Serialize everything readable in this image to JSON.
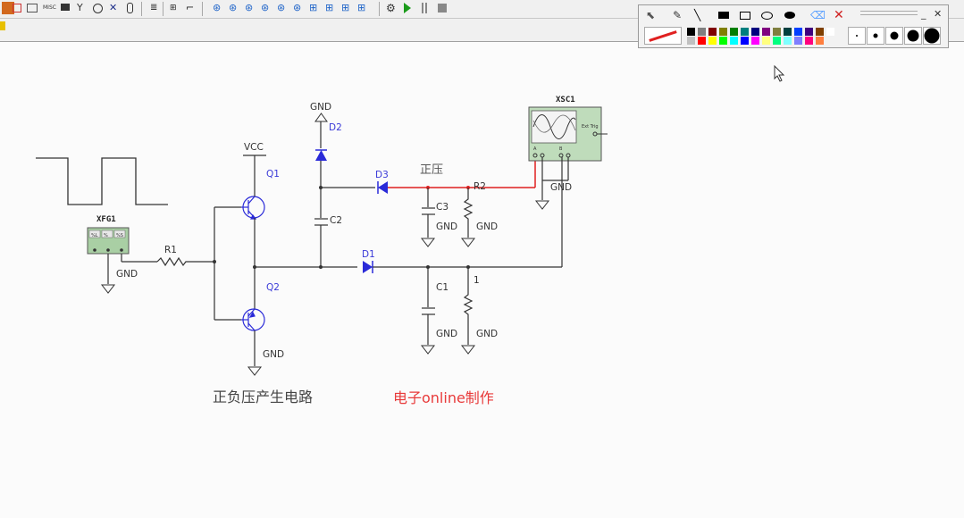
{
  "toolbar": {
    "icons": [
      "component-icon",
      "instrument-icon",
      "misc-icon",
      "place-icon",
      "antenna-icon",
      "probe-icon",
      "oscilloscope-icon",
      "bus-icon",
      "capacitor-icon",
      "grapher-icon",
      "postprocess-icon",
      "align-icon",
      "run-icon",
      "pause-icon",
      "stop-icon"
    ]
  },
  "draw_toolbar": {
    "tools": [
      "select-tool",
      "pen-tool",
      "line-tool",
      "filled-rect-tool",
      "rect-tool",
      "ellipse-tool",
      "filled-ellipse-tool",
      "eraser-tool",
      "clear-tool"
    ],
    "window_controls": [
      "minimize",
      "close"
    ],
    "colors": [
      "#000000",
      "#7f7f7f",
      "#7f0000",
      "#7f7f00",
      "#007f00",
      "#007f7f",
      "#00007f",
      "#7f007f",
      "#7f7f3f",
      "#003f3f",
      "#003fff",
      "#3f007f",
      "#7f3f00",
      "#ffffff",
      "#c0c0c0",
      "#ff0000",
      "#ffff00",
      "#00ff00",
      "#00ffff",
      "#0000ff",
      "#ff00ff",
      "#ffff7f",
      "#00ff7f",
      "#7fffff",
      "#7f7fff",
      "#ff007f",
      "#ff7f3f"
    ],
    "current_color": "#e02020"
  },
  "schematic": {
    "labels": {
      "xfg1": "XFG1",
      "xfg1_terms": [
        "%L",
        "%",
        "%S"
      ],
      "r1": "R1",
      "gnd_xfg": "GND",
      "vcc": "VCC",
      "q1": "Q1",
      "q2": "Q2",
      "gnd_q2": "GND",
      "gnd_d2": "GND",
      "d2": "D2",
      "c2": "C2",
      "d3": "D3",
      "zhengya": "正压",
      "r2": "R2",
      "c3": "C3",
      "gnd_c3": "GND",
      "gnd_r2": "GND",
      "d1": "D1",
      "c1": "C1",
      "node1": "1",
      "gnd_c1": "GND",
      "gnd_r3": "GND",
      "xsc1": "XSC1",
      "ext_trig": "Ext Trig",
      "gnd_xsc": "GND",
      "xsc_a": "A",
      "xsc_b": "B"
    },
    "title": "正负压产生电路",
    "credit": "电子online制作",
    "wire_color": "#333333",
    "highlight_color": "#e02020",
    "component_color": "#2a2ad8"
  }
}
